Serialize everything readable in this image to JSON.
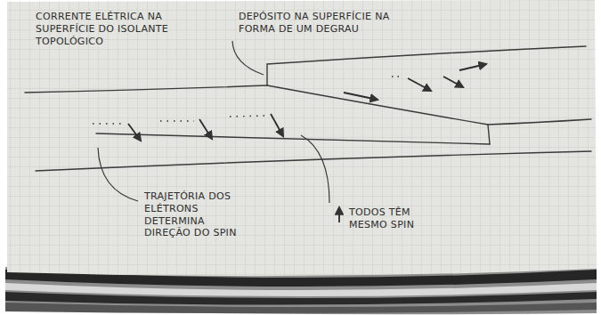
{
  "diagram": {
    "labels": [
      "CORRENTE ELÉTRICA NA SUPERFÍCIE DO ISOLANTE TOPOLÓGICO",
      "DEPÓSITO NA SUPERFÍCIE NA FORMA DE UM DEGRAU",
      "TRAJETÓRIA DOS ELÉTRONS DETERMINA DIREÇÃO DO SPIN",
      "TODOS TÊM MESMO SPIN"
    ]
  }
}
